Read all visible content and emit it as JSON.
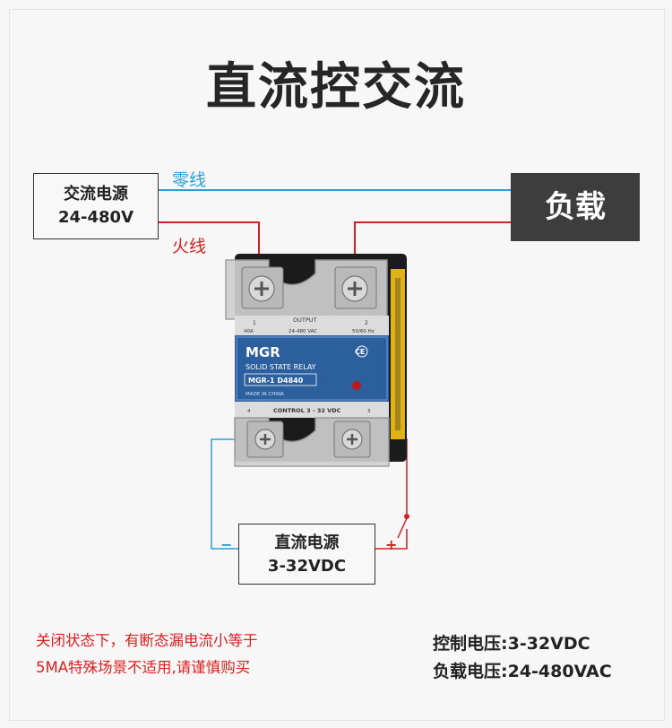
{
  "title": "直流控交流",
  "ac_source": {
    "line1": "交流电源",
    "line2": "24-480V"
  },
  "load": {
    "label": "负载"
  },
  "wires": {
    "neutral": "零线",
    "live": "火线"
  },
  "dc_source": {
    "line1": "直流电源",
    "line2": "3-32VDC",
    "minus": "−",
    "plus": "+"
  },
  "relay": {
    "brand": "MGR",
    "model": "MGR-1  D4840",
    "type_text": "SOLID STATE RELAY",
    "made_in": "MADE IN CHINA",
    "output_label": "OUTPUT",
    "output_voltage": "24-480 VAC",
    "frequency": "50/60 Hz",
    "control_label": "CONTROL 3 - 32 VDC",
    "current": "40A",
    "terminal_1": "1",
    "terminal_2": "2",
    "terminal_3": "3",
    "terminal_4": "4",
    "ce_mark": "CE"
  },
  "note": {
    "line1": "关闭状态下，有断态漏电流小等于",
    "line2": "5MA特殊场景不适用,请谨慎购买"
  },
  "specs": {
    "control_voltage": "控制电压:3-32VDC",
    "load_voltage": "负载电压:24-480VAC"
  },
  "colors": {
    "neutral_wire": "#2a9fd8",
    "live_wire": "#d42020",
    "relay_blue": "#2c5f9e",
    "load_bg": "#3d3d3d"
  }
}
